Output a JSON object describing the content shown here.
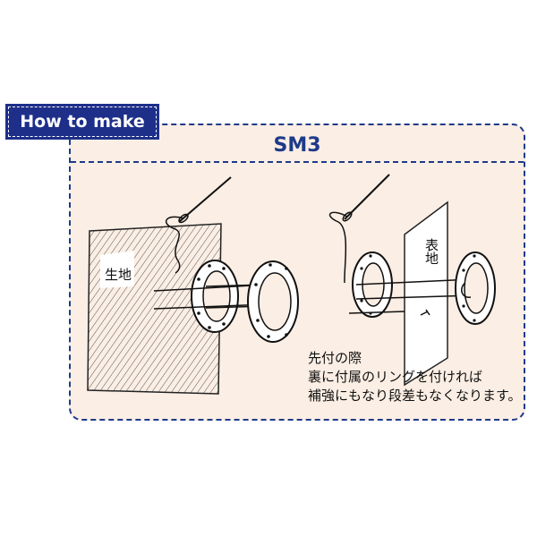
{
  "badge": {
    "text": "How to make"
  },
  "panel": {
    "title": "SM3"
  },
  "labels": {
    "fabric": "生地",
    "outer_fabric": "表地"
  },
  "note": {
    "line1": "先付の際",
    "line2": "裏に付属のリングを付ければ",
    "line3": "補強にもなり段差もなくなります。"
  },
  "colors": {
    "navy": "#1e3a8a",
    "panel_bg": "#fbeee4"
  }
}
